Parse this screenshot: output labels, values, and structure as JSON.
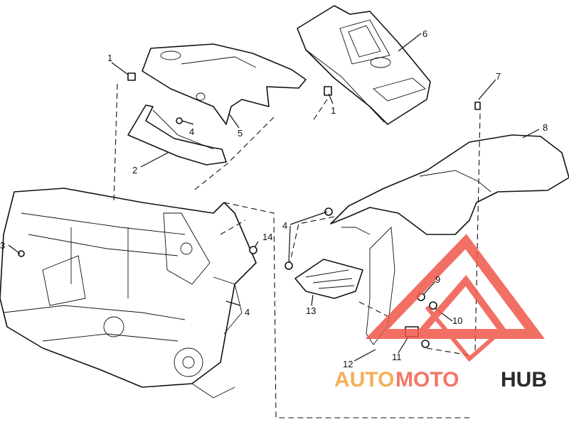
{
  "callouts": [
    {
      "id": "c1a",
      "text": "1"
    },
    {
      "id": "c1b",
      "text": "1"
    },
    {
      "id": "c2",
      "text": "2"
    },
    {
      "id": "c3",
      "text": "3"
    },
    {
      "id": "c4a",
      "text": "4"
    },
    {
      "id": "c4b",
      "text": "4"
    },
    {
      "id": "c4c",
      "text": "4"
    },
    {
      "id": "c5",
      "text": "5"
    },
    {
      "id": "c6",
      "text": "6"
    },
    {
      "id": "c7",
      "text": "7"
    },
    {
      "id": "c8",
      "text": "8"
    },
    {
      "id": "c9",
      "text": "9"
    },
    {
      "id": "c10",
      "text": "10"
    },
    {
      "id": "c11",
      "text": "11"
    },
    {
      "id": "c12",
      "text": "12"
    },
    {
      "id": "c13",
      "text": "13"
    },
    {
      "id": "c14",
      "text": "14"
    }
  ],
  "watermark": {
    "part1": "AUTO",
    "part2": "MOTO",
    "part3": "HUB",
    "triangle_color": "#f0564a",
    "text_color_1": "#f3b05a",
    "text_color_2": "#f2776a",
    "text_color_3": "#2b2b2b"
  }
}
